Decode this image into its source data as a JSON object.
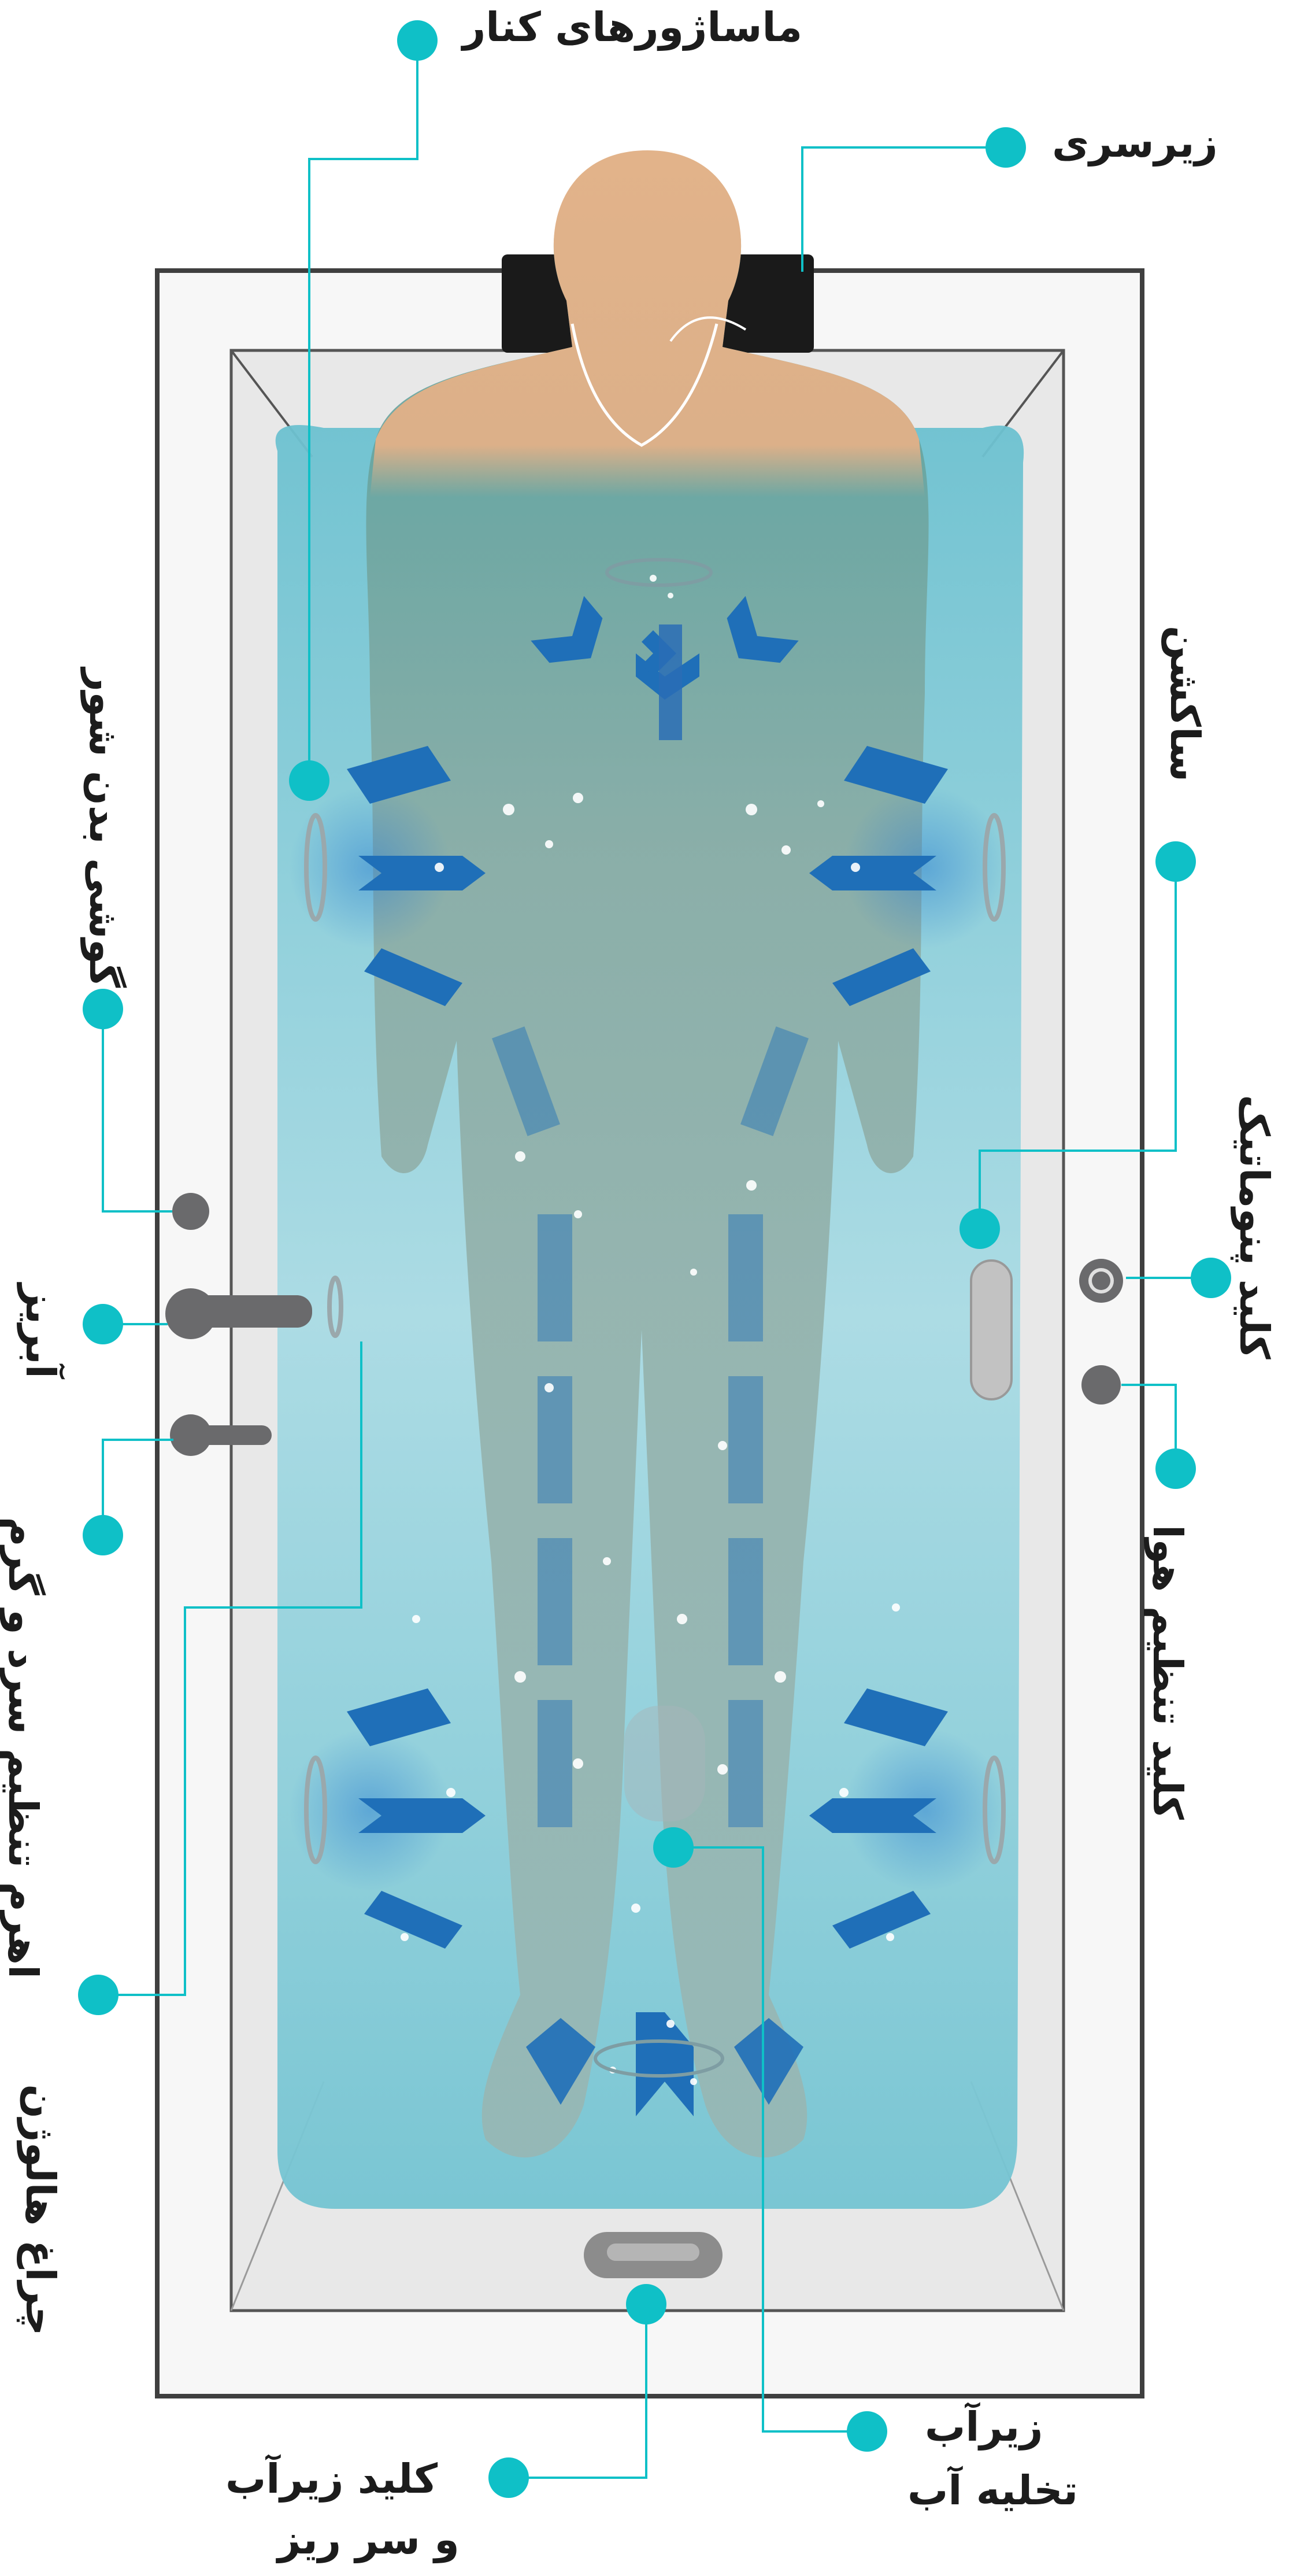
{
  "colors": {
    "accent": "#0fc0c7",
    "skin": "#e2b38a",
    "water": "#7fcad8",
    "tub_frame": "#3f3f3f",
    "chevron": "#1f6fb8",
    "fixture": "#6a6a6c"
  },
  "labels": {
    "side_massagers": "ماساژورهای کنار",
    "headrest": "زیرسری",
    "backrest": "ساکشن",
    "body_massage": "گوشی بدن شور",
    "pneumatic_key": "کلید پنوماتیک",
    "spout": "آبریز",
    "air_control": "کلید تنظیم هوا",
    "mixer": "اهرم تنظیم سرد و گرم",
    "drain_line1": "زیرآب",
    "drain_line2": "تخلیه آب",
    "halogen": "چراغ هالوژن",
    "overflow_line1": "کلید زیرآب",
    "overflow_line2": "و سر ریز"
  }
}
